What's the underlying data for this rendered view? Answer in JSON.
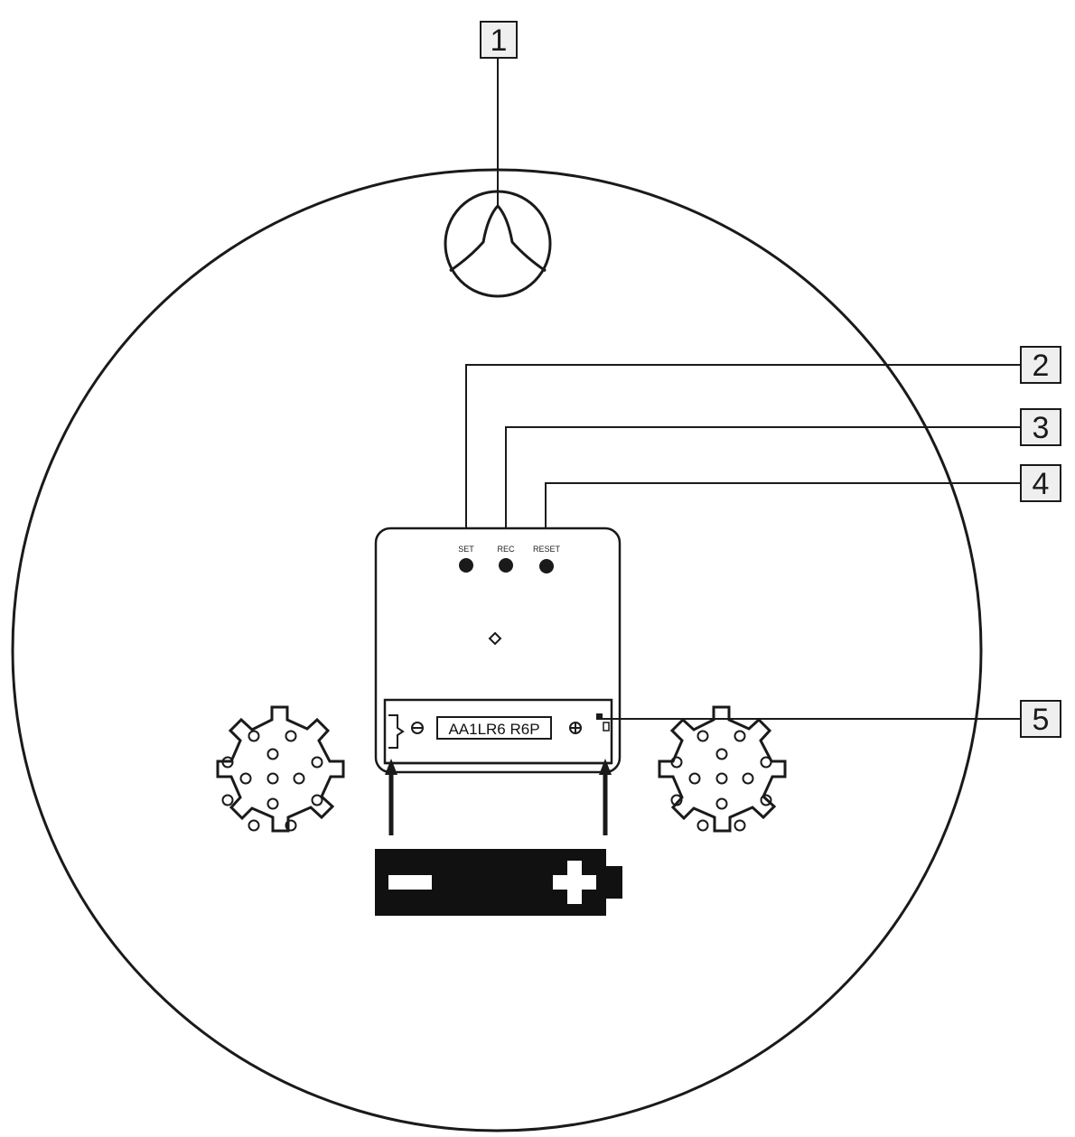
{
  "callouts": {
    "hanger": "1",
    "set_button": "2",
    "rec_button": "3",
    "reset_button": "4",
    "battery_compartment": "5"
  },
  "buttons": {
    "set": "SET",
    "rec": "REC",
    "reset": "RESET"
  },
  "battery": {
    "label": "AA1LR6 R6P"
  },
  "icons": {
    "minus_terminal": "minus-circle-icon",
    "plus_terminal": "plus-circle-icon",
    "battery": "battery-icon"
  }
}
